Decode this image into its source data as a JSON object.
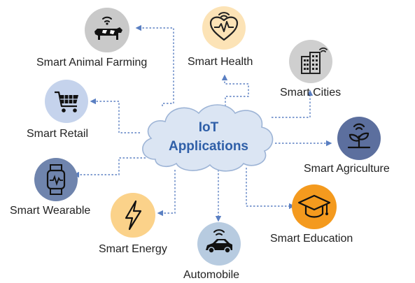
{
  "center": {
    "line1": "IoT",
    "line2": "Applications"
  },
  "nodes": {
    "animal_farming": {
      "label": "Smart Animal Farming",
      "icon": "cow-wifi-icon",
      "color": "#c9c9c9"
    },
    "health": {
      "label": "Smart Health",
      "icon": "heart-pulse-icon",
      "color": "#fce3b6"
    },
    "cities": {
      "label": "Smart Cities",
      "icon": "city-buildings-icon",
      "color": "#cfcfcf"
    },
    "agriculture": {
      "label": "Smart Agriculture",
      "icon": "plant-sprout-icon",
      "color": "#5c6f9e"
    },
    "education": {
      "label": "Smart Education",
      "icon": "graduation-cap-icon",
      "color": "#f49a1e"
    },
    "automobile": {
      "label": "Automobile",
      "icon": "car-wifi-icon",
      "color": "#b7cbe0"
    },
    "energy": {
      "label": "Smart Energy",
      "icon": "lightning-bolt-icon",
      "color": "#fbd28a"
    },
    "wearable": {
      "label": "Smart Wearable",
      "icon": "smartwatch-icon",
      "color": "#6f84ad"
    },
    "retail": {
      "label": "Smart Retail",
      "icon": "shopping-cart-icon",
      "color": "#c5d3ec"
    }
  },
  "colors": {
    "cloud_fill": "#dbe5f3",
    "cloud_stroke": "#9db4d6",
    "connector": "#5a7fc2",
    "center_text": "#2f5fa8"
  }
}
